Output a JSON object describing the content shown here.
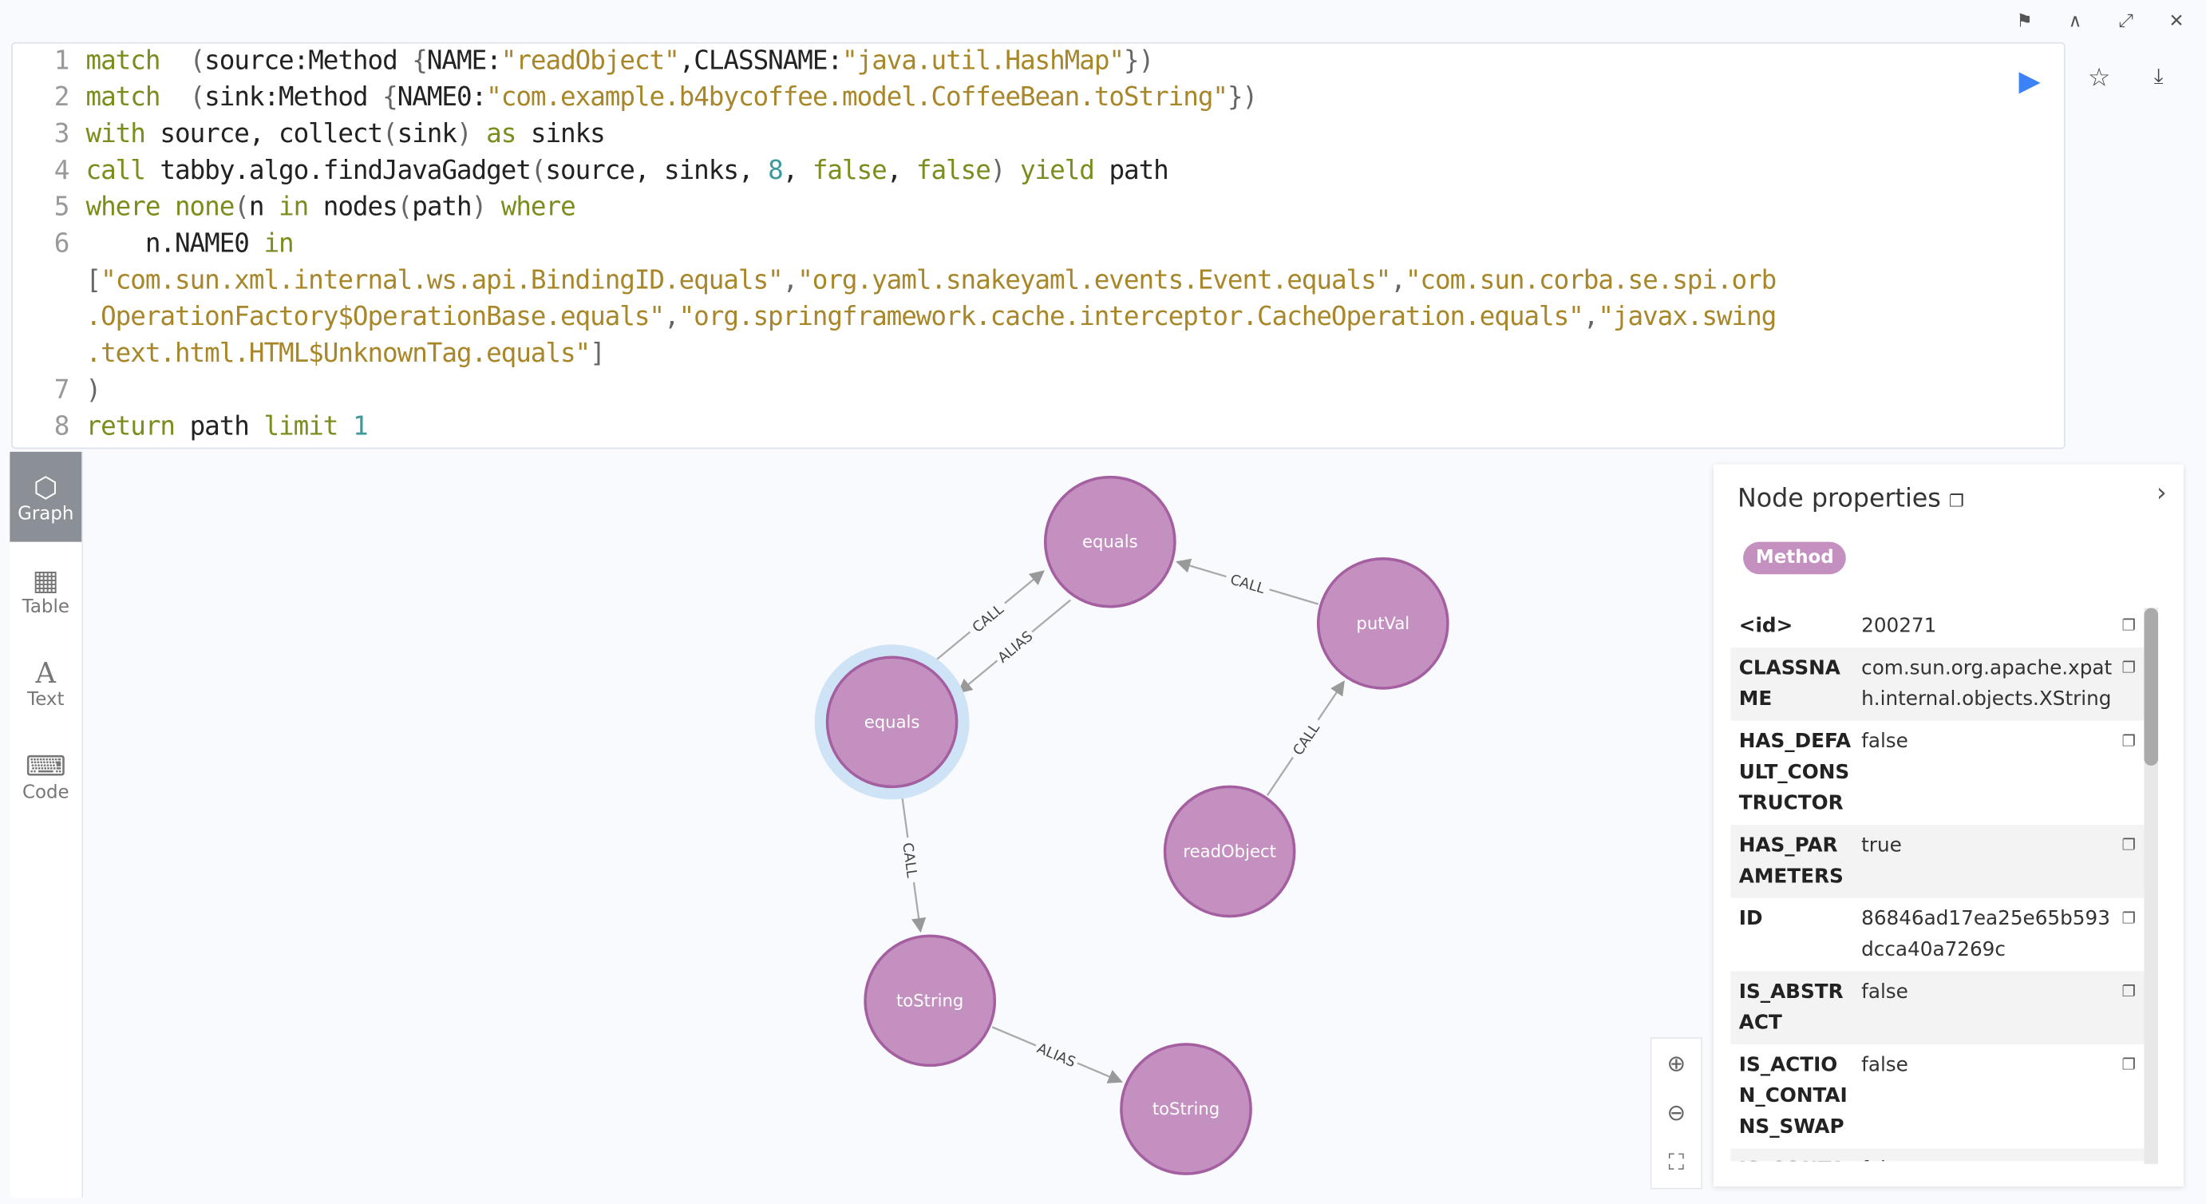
{
  "window_controls": {
    "pin": "pin-icon",
    "collapse": "chevron-up-icon",
    "expand": "expand-icon",
    "close": "close-icon"
  },
  "editor": {
    "lines": [
      {
        "num": "1",
        "tokens": [
          [
            "k",
            "match"
          ],
          [
            "",
            "  "
          ],
          [
            "p",
            "("
          ],
          [
            "",
            "source:Method "
          ],
          [
            "p",
            "{"
          ],
          [
            "",
            "NAME:"
          ],
          [
            "s",
            "\"readObject\""
          ],
          [
            "",
            ",CLASSNAME:"
          ],
          [
            "s",
            "\"java.util.HashMap\""
          ],
          [
            "p",
            "})"
          ]
        ]
      },
      {
        "num": "2",
        "tokens": [
          [
            "k",
            "match"
          ],
          [
            "",
            "  "
          ],
          [
            "p",
            "("
          ],
          [
            "",
            "sink:Method "
          ],
          [
            "p",
            "{"
          ],
          [
            "",
            "NAME0:"
          ],
          [
            "s",
            "\"com.example.b4bycoffee.model.CoffeeBean.toString\""
          ],
          [
            "p",
            "})"
          ]
        ]
      },
      {
        "num": "3",
        "tokens": [
          [
            "k",
            "with"
          ],
          [
            "",
            " source, collect"
          ],
          [
            "p",
            "("
          ],
          [
            "",
            "sink"
          ],
          [
            "p",
            ")"
          ],
          [
            "",
            " "
          ],
          [
            "k",
            "as"
          ],
          [
            "",
            " sinks"
          ]
        ]
      },
      {
        "num": "4",
        "tokens": [
          [
            "k",
            "call"
          ],
          [
            "",
            " tabby.algo.findJavaGadget"
          ],
          [
            "p",
            "("
          ],
          [
            "",
            "source, sinks, "
          ],
          [
            "n",
            "8"
          ],
          [
            "",
            ", "
          ],
          [
            "k",
            "false"
          ],
          [
            "",
            ", "
          ],
          [
            "k",
            "false"
          ],
          [
            "p",
            ")"
          ],
          [
            "",
            " "
          ],
          [
            "k",
            "yield"
          ],
          [
            "",
            " path"
          ]
        ]
      },
      {
        "num": "5",
        "tokens": [
          [
            "k",
            "where none"
          ],
          [
            "p",
            "("
          ],
          [
            "",
            "n "
          ],
          [
            "k",
            "in"
          ],
          [
            "",
            " nodes"
          ],
          [
            "p",
            "("
          ],
          [
            "",
            "path"
          ],
          [
            "p",
            ")"
          ],
          [
            "",
            " "
          ],
          [
            "k",
            "where"
          ]
        ]
      },
      {
        "num": "6",
        "tokens": [
          [
            "",
            "    n.NAME0 "
          ],
          [
            "k",
            "in"
          ]
        ]
      },
      {
        "num": "",
        "tokens": [
          [
            "p",
            "["
          ],
          [
            "s",
            "\"com.sun.xml.internal.ws.api.BindingID.equals\""
          ],
          [
            "p",
            ","
          ],
          [
            "s",
            "\"org.yaml.snakeyaml.events.Event.equals\""
          ],
          [
            "p",
            ","
          ],
          [
            "s",
            "\"com.sun.corba.se.spi.orb"
          ]
        ]
      },
      {
        "num": "",
        "tokens": [
          [
            "s",
            ".OperationFactory$OperationBase.equals\""
          ],
          [
            "p",
            ","
          ],
          [
            "s",
            "\"org.springframework.cache.interceptor.CacheOperation.equals\""
          ],
          [
            "p",
            ","
          ],
          [
            "s",
            "\"javax.swing"
          ]
        ]
      },
      {
        "num": "",
        "tokens": [
          [
            "s",
            ".text.html.HTML$UnknownTag.equals\""
          ],
          [
            "p",
            "]"
          ]
        ]
      },
      {
        "num": "7",
        "tokens": [
          [
            "p",
            ")"
          ]
        ]
      },
      {
        "num": "8",
        "tokens": [
          [
            "k",
            "return"
          ],
          [
            "",
            " path "
          ],
          [
            "k",
            "limit"
          ],
          [
            "",
            " "
          ],
          [
            "n",
            "1"
          ]
        ]
      }
    ],
    "run": "play-icon",
    "favorite": "star-icon",
    "download": "download-icon"
  },
  "sidebar": {
    "items": [
      {
        "label": "Graph",
        "icon": "graph-icon",
        "active": true
      },
      {
        "label": "Table",
        "icon": "table-icon"
      },
      {
        "label": "Text",
        "icon": "text-icon"
      },
      {
        "label": "Code",
        "icon": "code-icon"
      }
    ]
  },
  "graph": {
    "nodes": [
      {
        "id": "e1",
        "label": "equals",
        "selected": false
      },
      {
        "id": "pv",
        "label": "putVal"
      },
      {
        "id": "e2",
        "label": "equals",
        "selected": true
      },
      {
        "id": "ro",
        "label": "readObject"
      },
      {
        "id": "t1",
        "label": "toString"
      },
      {
        "id": "t2",
        "label": "toString"
      }
    ],
    "edges": [
      {
        "from": "e2",
        "to": "e1",
        "label": "CALL"
      },
      {
        "from": "e1",
        "to": "e2",
        "label": "ALIAS"
      },
      {
        "from": "pv",
        "to": "e1",
        "label": "CALL"
      },
      {
        "from": "ro",
        "to": "pv",
        "label": "CALL"
      },
      {
        "from": "e2",
        "to": "t1",
        "label": "CALL"
      },
      {
        "from": "t1",
        "to": "t2",
        "label": "ALIAS"
      }
    ],
    "node_color": "#c490c0",
    "node_stroke": "#a45fa0",
    "selected_halo": "#cfe3f7"
  },
  "props": {
    "title": "Node properties",
    "label": "Method",
    "rows": [
      {
        "key": "<id>",
        "value": "200271"
      },
      {
        "key": "CLASSNAME",
        "value": "com.sun.org.apache.xpath.internal.objects.XString"
      },
      {
        "key": "HAS_DEFAULT_CONSTRUCTOR",
        "value": "false"
      },
      {
        "key": "HAS_PARAMETERS",
        "value": "true"
      },
      {
        "key": "ID",
        "value": "86846ad17ea25e65b593dcca40a7269c"
      },
      {
        "key": "IS_ABSTRACT",
        "value": "false"
      },
      {
        "key": "IS_ACTION_CONTAINS_SWAP",
        "value": "false"
      },
      {
        "key": "IS_CONTAINS_OUT_OF",
        "value": "false"
      }
    ]
  },
  "zoom": {
    "in": "zoom-in-icon",
    "out": "zoom-out-icon",
    "fit": "fit-icon"
  }
}
